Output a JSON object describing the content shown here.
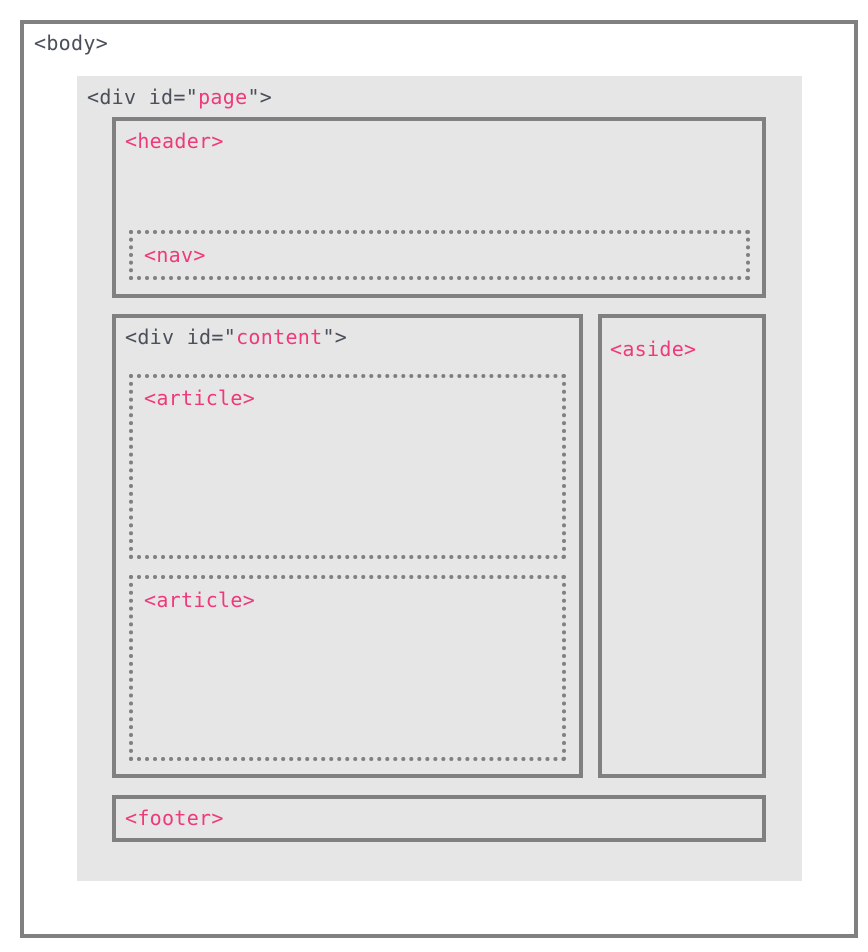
{
  "colors": {
    "code_text": "#4a4f59",
    "element_name": "#ee3a7a",
    "border": "#808080",
    "page_background": "#e6e6e6"
  },
  "elements": {
    "body": {
      "label": "<body>"
    },
    "page": {
      "prefix": "<div id=\"",
      "id": "page",
      "suffix": "\">"
    },
    "header": {
      "label": "<header>"
    },
    "nav": {
      "label": "<nav>"
    },
    "content": {
      "prefix": "<div id=\"",
      "id": "content",
      "suffix": "\">"
    },
    "article_1": {
      "label": "<article>"
    },
    "article_2": {
      "label": "<article>"
    },
    "aside": {
      "label": "<aside>"
    },
    "footer": {
      "label": "<footer>"
    }
  }
}
